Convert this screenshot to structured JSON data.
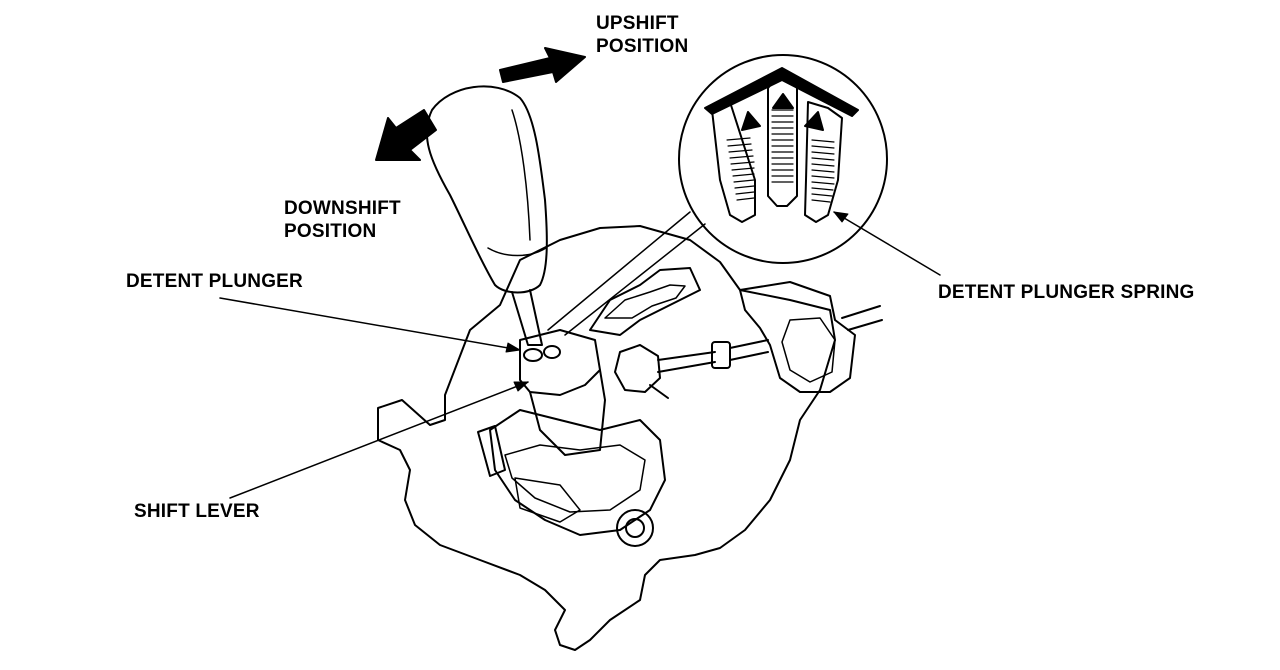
{
  "labels": {
    "upshift": [
      "UPSHIFT",
      "POSITION"
    ],
    "downshift": [
      "DOWNSHIFT",
      "POSITION"
    ],
    "detent_plunger": "DETENT PLUNGER",
    "detent_plunger_spring": "DETENT PLUNGER SPRING",
    "shift_lever": "SHIFT LEVER"
  },
  "colors": {
    "ink": "#000000",
    "paper": "#ffffff"
  }
}
